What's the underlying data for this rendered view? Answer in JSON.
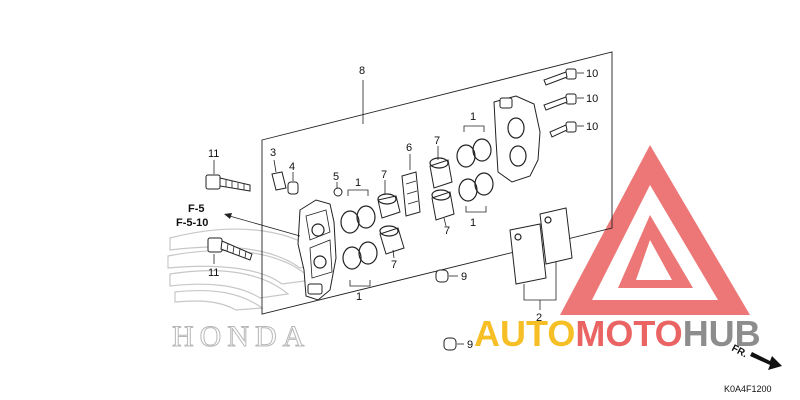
{
  "diagram": {
    "part_code": "K0A4F1200",
    "front_marker": "FR.",
    "reference_labels": [
      "F-5",
      "F-5-10"
    ],
    "callouts": {
      "c1_a": "1",
      "c1_b": "1",
      "c1_c": "1",
      "c1_d": "1",
      "c2": "2",
      "c3": "3",
      "c4": "4",
      "c5": "5",
      "c6": "6",
      "c7_a": "7",
      "c7_b": "7",
      "c7_c": "7",
      "c7_d": "7",
      "c8": "8",
      "c9_a": "9",
      "c9_b": "9",
      "c10_a": "10",
      "c10_b": "10",
      "c10_c": "10",
      "c11_a": "11",
      "c11_b": "11"
    }
  },
  "watermarks": {
    "brand_logo_text": "HONDA",
    "shop_word_1": "AUTO",
    "shop_word_2": "MOTO",
    "shop_word_3": "HUB",
    "accent_red": "#e84a4a",
    "accent_yellow": "#f5b400",
    "accent_grey": "#7a7a7a"
  }
}
